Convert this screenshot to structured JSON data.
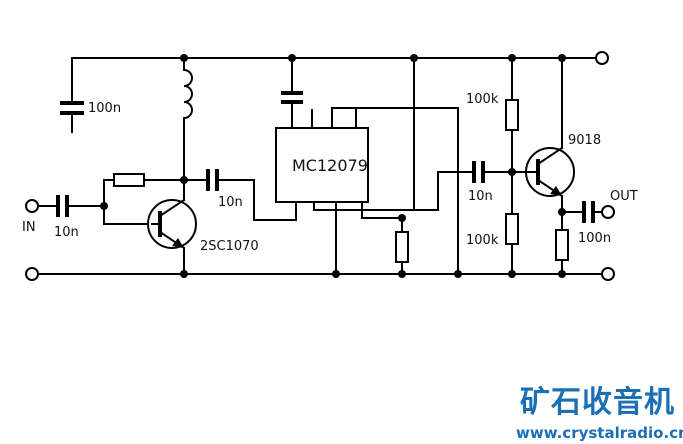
{
  "labels": {
    "c_100n_left": "100n",
    "c_10n_collector": "10n",
    "c_10n_input": "10n",
    "in": "IN",
    "transistor_left": "2SC1070",
    "ic": "MC12079",
    "r_100k_top": "100k",
    "c_10n_mid": "10n",
    "r_100k_bottom": "100k",
    "transistor_right": "9018",
    "out": "OUT",
    "c_100n_out": "100n"
  },
  "watermark": {
    "title": "矿石收音机",
    "url": "www.crystalradio.cn"
  },
  "colors": {
    "wire": "#000000",
    "watermark": "#1a6fb5"
  }
}
